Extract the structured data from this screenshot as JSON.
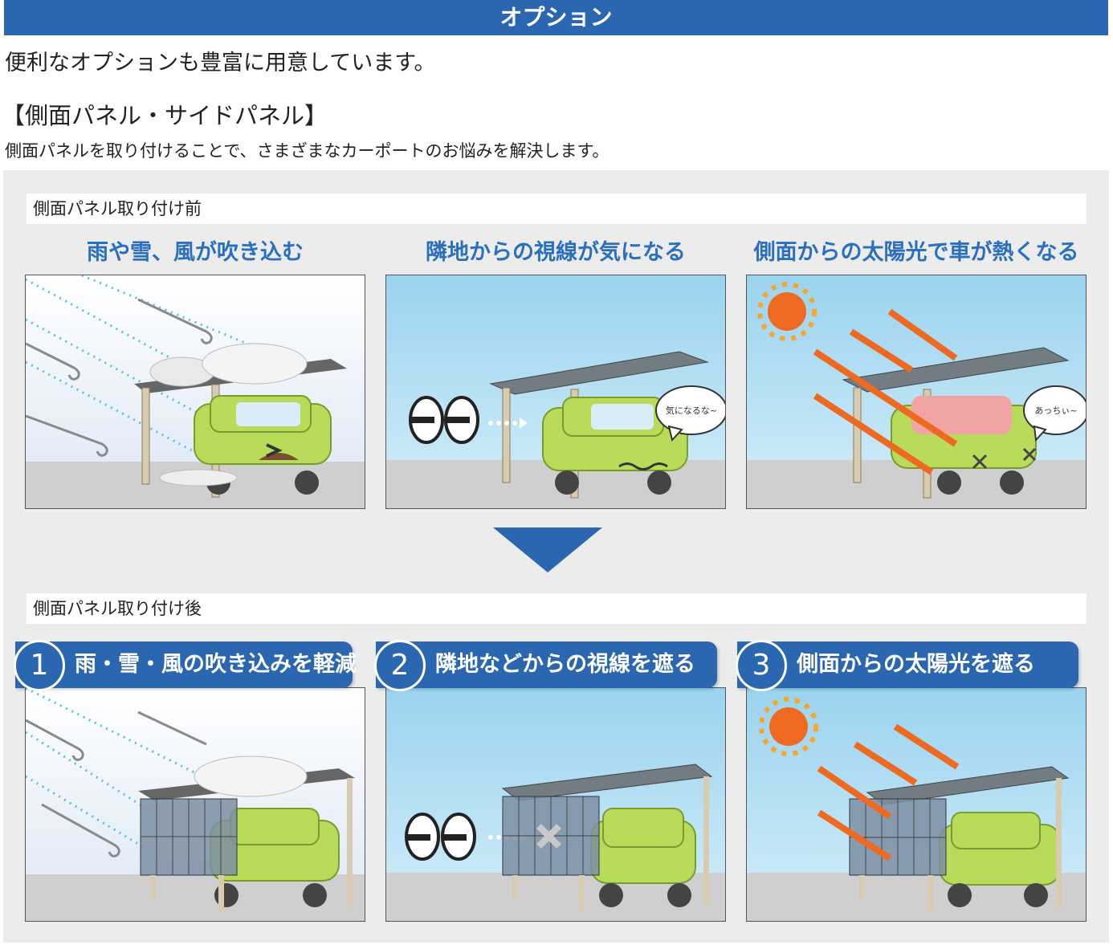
{
  "header": {
    "title": "オプション"
  },
  "intro": "便利なオプションも豊富に用意しています。",
  "section": {
    "title": "【側面パネル・サイドパネル】",
    "description": "側面パネルを取り付けることで、さまざまなカーポートのお悩みを解決します。"
  },
  "before": {
    "label": "側面パネル取り付け前",
    "captions": [
      "雨や雪、風が吹き込む",
      "隣地からの視線が気になる",
      "側面からの太陽光で車が熱くなる"
    ],
    "bubbles": [
      "気になるな~",
      "あっちぃ~"
    ]
  },
  "after": {
    "label": "側面パネル取り付け後",
    "items": [
      {
        "num": "1",
        "text": "雨・雪・風の吹き込みを軽減"
      },
      {
        "num": "2",
        "text": "隣地などからの視線を遮る"
      },
      {
        "num": "3",
        "text": "側面からの太陽光を遮る"
      }
    ]
  },
  "colors": {
    "brand_blue": "#2b67b0",
    "caption_blue": "#2b6fbf",
    "sky": "#8fcdee",
    "car_green": "#b8dc5a",
    "sun": "#ee6a20",
    "gray_bg": "#ececec"
  }
}
